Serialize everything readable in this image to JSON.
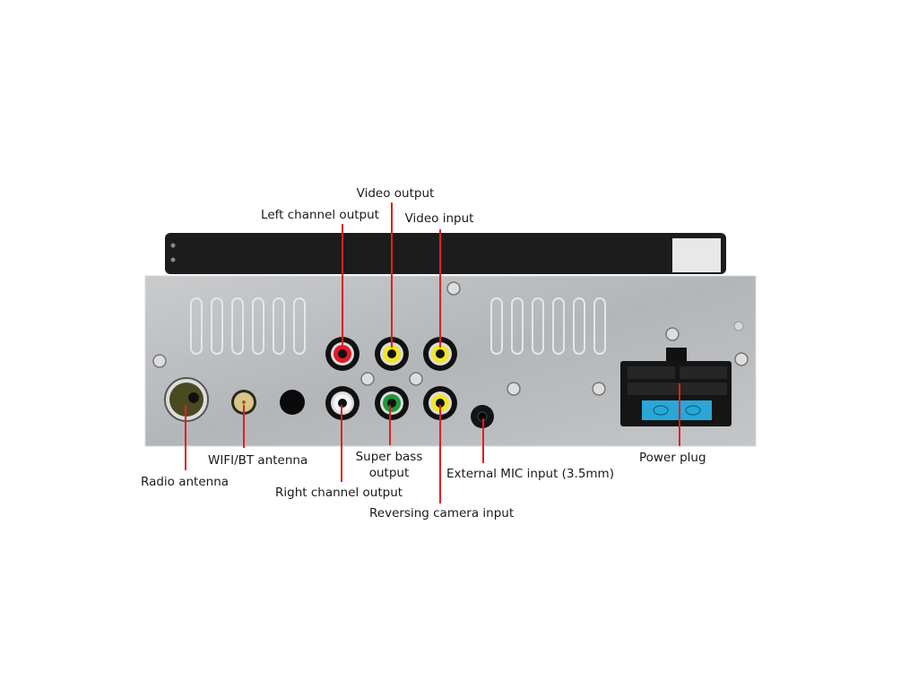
{
  "labels": {
    "video_output": "Video output",
    "left_channel_output": "Left channel output",
    "video_input": "Video input",
    "radio_antenna": "Radio antenna",
    "wifi_bt_antenna": "WIFI/BT antenna",
    "right_channel_output": "Right channel output",
    "super_bass_output_line1": "Super bass",
    "super_bass_output_line2": "output",
    "external_mic_input": "External MIC input (3.5mm)",
    "reversing_camera_input": "Reversing camera input",
    "power_plug": "Power plug"
  },
  "colors": {
    "leader_line": "#e0201f",
    "panel": "#b9bcbf",
    "bracket": "#1c1c1c",
    "rca_red": "#e21a2a",
    "rca_yellow": "#f2e628",
    "rca_white": "#f4f4f4",
    "rca_green": "#1d9a3a",
    "fuse_blue": "#2aa6d8"
  }
}
